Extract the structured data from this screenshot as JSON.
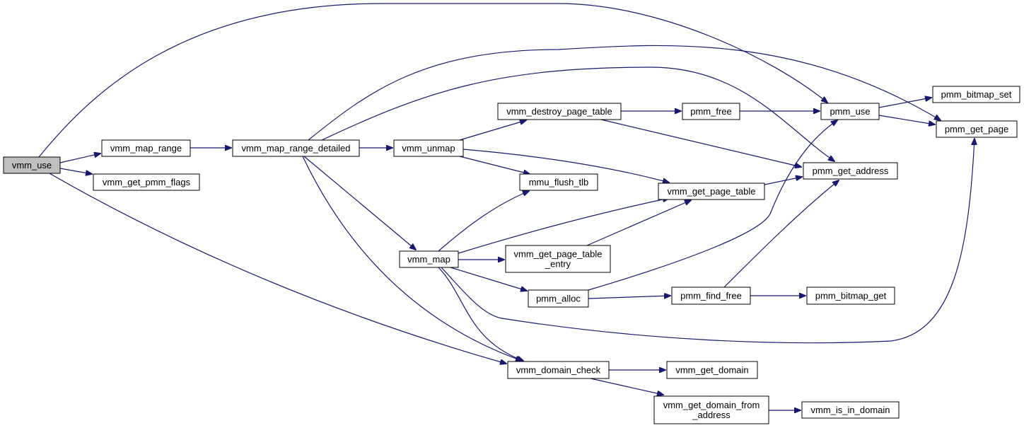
{
  "graph": {
    "root": "vmm_use",
    "nodes": [
      {
        "id": "vmm_use",
        "lines": [
          "vmm_use"
        ]
      },
      {
        "id": "vmm_map_range",
        "lines": [
          "vmm_map_range"
        ]
      },
      {
        "id": "vmm_get_pmm_flags",
        "lines": [
          "vmm_get_pmm_flags"
        ]
      },
      {
        "id": "vmm_map_range_detailed",
        "lines": [
          "vmm_map_range_detailed"
        ]
      },
      {
        "id": "vmm_unmap",
        "lines": [
          "vmm_unmap"
        ]
      },
      {
        "id": "vmm_destroy_page_table",
        "lines": [
          "vmm_destroy_page_table"
        ]
      },
      {
        "id": "pmm_free",
        "lines": [
          "pmm_free"
        ]
      },
      {
        "id": "pmm_use",
        "lines": [
          "pmm_use"
        ]
      },
      {
        "id": "pmm_bitmap_set",
        "lines": [
          "pmm_bitmap_set"
        ]
      },
      {
        "id": "pmm_get_page",
        "lines": [
          "pmm_get_page"
        ]
      },
      {
        "id": "pmm_get_address",
        "lines": [
          "pmm_get_address"
        ]
      },
      {
        "id": "mmu_flush_tlb",
        "lines": [
          "mmu_flush_tlb"
        ]
      },
      {
        "id": "vmm_get_page_table",
        "lines": [
          "vmm_get_page_table"
        ]
      },
      {
        "id": "vmm_map",
        "lines": [
          "vmm_map"
        ]
      },
      {
        "id": "vmm_get_page_table_entry",
        "lines": [
          "vmm_get_page_table",
          "_entry"
        ]
      },
      {
        "id": "pmm_alloc",
        "lines": [
          "pmm_alloc"
        ]
      },
      {
        "id": "pmm_find_free",
        "lines": [
          "pmm_find_free"
        ]
      },
      {
        "id": "pmm_bitmap_get",
        "lines": [
          "pmm_bitmap_get"
        ]
      },
      {
        "id": "vmm_domain_check",
        "lines": [
          "vmm_domain_check"
        ]
      },
      {
        "id": "vmm_get_domain",
        "lines": [
          "vmm_get_domain"
        ]
      },
      {
        "id": "vmm_get_domain_from_address",
        "lines": [
          "vmm_get_domain_from",
          "_address"
        ]
      },
      {
        "id": "vmm_is_in_domain",
        "lines": [
          "vmm_is_in_domain"
        ]
      }
    ],
    "edges": [
      [
        "vmm_use",
        "vmm_map_range"
      ],
      [
        "vmm_use",
        "vmm_get_pmm_flags"
      ],
      [
        "vmm_use",
        "pmm_use"
      ],
      [
        "vmm_use",
        "vmm_domain_check"
      ],
      [
        "vmm_map_range",
        "vmm_map_range_detailed"
      ],
      [
        "vmm_map_range_detailed",
        "vmm_unmap"
      ],
      [
        "vmm_map_range_detailed",
        "pmm_get_page"
      ],
      [
        "vmm_map_range_detailed",
        "pmm_get_address"
      ],
      [
        "vmm_map_range_detailed",
        "vmm_map"
      ],
      [
        "vmm_map_range_detailed",
        "vmm_domain_check"
      ],
      [
        "vmm_unmap",
        "vmm_destroy_page_table"
      ],
      [
        "vmm_unmap",
        "mmu_flush_tlb"
      ],
      [
        "vmm_unmap",
        "vmm_get_page_table"
      ],
      [
        "vmm_destroy_page_table",
        "pmm_free"
      ],
      [
        "vmm_destroy_page_table",
        "pmm_get_address"
      ],
      [
        "pmm_free",
        "pmm_use"
      ],
      [
        "pmm_use",
        "pmm_bitmap_set"
      ],
      [
        "pmm_use",
        "pmm_get_page"
      ],
      [
        "vmm_get_page_table",
        "pmm_get_address"
      ],
      [
        "vmm_get_page_table_entry",
        "vmm_get_page_table"
      ],
      [
        "vmm_map",
        "mmu_flush_tlb"
      ],
      [
        "vmm_map",
        "vmm_get_page_table"
      ],
      [
        "vmm_map",
        "vmm_get_page_table_entry"
      ],
      [
        "vmm_map",
        "pmm_alloc"
      ],
      [
        "vmm_map",
        "vmm_domain_check"
      ],
      [
        "vmm_map",
        "pmm_get_page"
      ],
      [
        "pmm_alloc",
        "pmm_use"
      ],
      [
        "pmm_alloc",
        "pmm_find_free"
      ],
      [
        "pmm_find_free",
        "pmm_get_address"
      ],
      [
        "pmm_find_free",
        "pmm_bitmap_get"
      ],
      [
        "vmm_domain_check",
        "vmm_get_domain"
      ],
      [
        "vmm_domain_check",
        "vmm_get_domain_from_address"
      ],
      [
        "vmm_get_domain_from_address",
        "vmm_is_in_domain"
      ]
    ]
  }
}
